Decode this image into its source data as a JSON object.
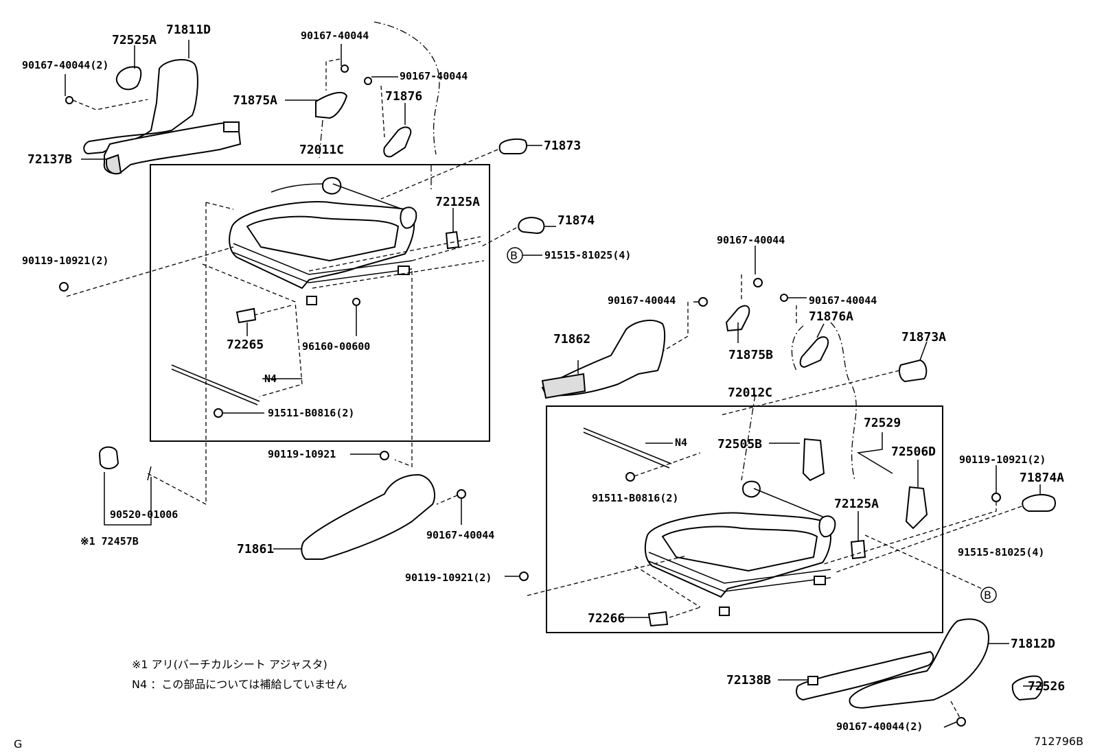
{
  "labels": {
    "p72525A": "72525A",
    "p71811D": "71811D",
    "p90167_2_tl": "90167-40044(2)",
    "p90167_top1": "90167-40044",
    "p90167_top2": "90167-40044",
    "p71875A": "71875A",
    "p71876": "71876",
    "p72137B": "72137B",
    "p72011C": "72011C",
    "p71873": "71873",
    "p72125A_l": "72125A",
    "p71874": "71874",
    "p91515_l": "91515-81025(4)",
    "p90119_l2": "90119-10921(2)",
    "p72265": "72265",
    "p96160": "96160-00600",
    "pN4_l": "N4",
    "p91511_l": "91511-B0816(2)",
    "p90119_l": "90119-10921",
    "p90520": "90520-01006",
    "p72457B": "※1 72457B",
    "p71861": "71861",
    "p90167_mid": "90167-40044",
    "p90119_m2": "90119-10921(2)",
    "p90167_r1": "90167-40044",
    "p90167_r2": "90167-40044",
    "p90167_r3": "90167-40044",
    "p71862": "71862",
    "p71875B": "71875B",
    "p71876A": "71876A",
    "p71873A": "71873A",
    "p72012C": "72012C",
    "p72529": "72529",
    "pN4_r": "N4",
    "p72505B": "72505B",
    "p72506D": "72506D",
    "p91511_r": "91511-B0816(2)",
    "p72125A_r": "72125A",
    "p90119_r2": "90119-10921(2)",
    "p71874A": "71874A",
    "p91515_r": "91515-81025(4)",
    "p72266": "72266",
    "p71812D": "71812D",
    "p72138B": "72138B",
    "p72526": "72526",
    "p90167_br": "90167-40044(2)",
    "refB_l": "B",
    "refB_r": "B"
  },
  "notes": {
    "note1": "※1 アリ(バーチカルシート アジャスタ)",
    "note2": "N4 ：この部品については補給していません"
  },
  "corner": {
    "left": "G",
    "right": "712796B"
  }
}
